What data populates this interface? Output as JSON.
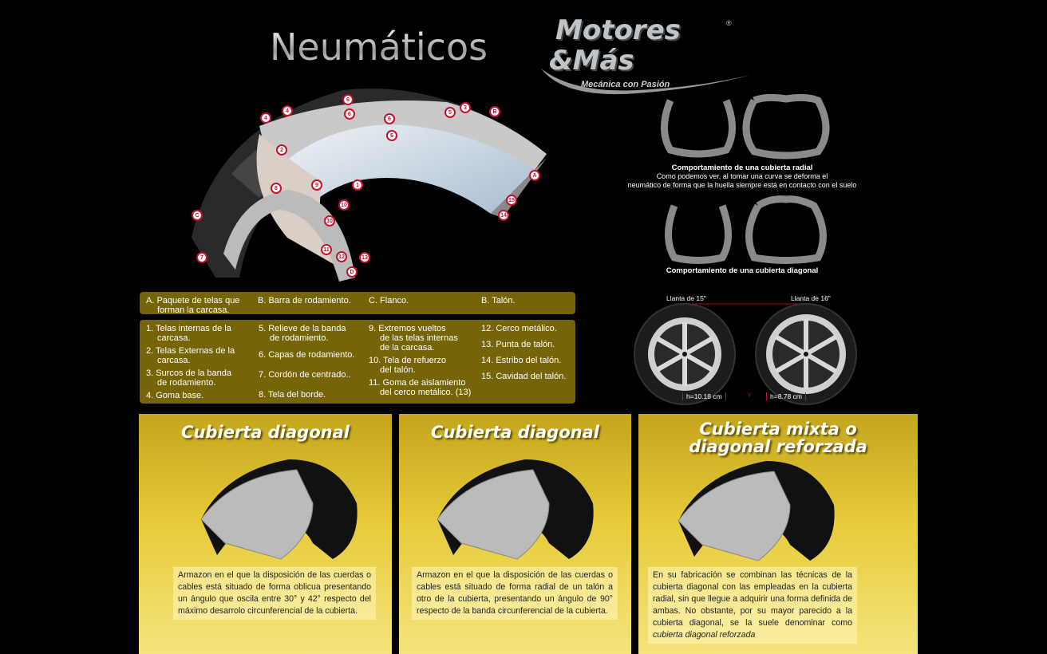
{
  "header": {
    "title": "Neumáticos"
  },
  "logo": {
    "line1": "Motores",
    "line2": "&Más",
    "registered": "®",
    "tagline": "Mecánica con Pasión"
  },
  "diagram": {
    "markers": [
      "6",
      "6",
      "6",
      "6",
      "4",
      "4",
      "5",
      "3",
      "B",
      "2",
      "8",
      "9",
      "1",
      "10",
      "10",
      "C",
      "7",
      "11",
      "12",
      "13",
      "D",
      "A",
      "15",
      "14"
    ]
  },
  "legend_letters": [
    "A. Paquete de telas que\n    forman la carcasa.",
    "B. Barra de rodamiento.",
    "C. Flanco.",
    "B. Talón."
  ],
  "legend_numbers": {
    "col1": [
      "1. Telas internas de la\n    carcasa.",
      "2. Telas Externas de la\n    carcasa.",
      "3. Surcos de la banda\n    de rodamiento.",
      "4. Goma base."
    ],
    "col2": [
      "5. Relieve de la banda\n    de rodamiento.",
      "6. Capas de rodamiento.",
      "7. Cordón de centrado..",
      "8. Tela del borde."
    ],
    "col3": [
      "9. Extremos vueltos\n    de las telas internas\n    de la carcasa.",
      "10. Tela de refuerzo\n     del talón.",
      "11. Goma de aislamiento\n     del cerco metálico. (13)"
    ],
    "col4": [
      "12. Cerco metálico.",
      "13. Punta de talón.",
      "14. Estribo del talón.",
      "15. Cavidad del talón."
    ]
  },
  "radial": {
    "title": "Comportamiento de una cubierta radial",
    "line1": "Como podemos ver, al tomar una curva se deforma el",
    "line2": "neumático de forma que la huella siempre está en contacto con el suelo"
  },
  "diagonal": {
    "title": "Comportamiento de una cubierta diagonal"
  },
  "wheels": {
    "left_label": "Llanta de 15\"",
    "right_label": "Llanta de 16\"",
    "left_h": "h=10.18 cm",
    "right_h": "h=8.78 cm",
    "mid": "v"
  },
  "panels": [
    {
      "title": "Cubierta diagonal",
      "text": "Armazon en el que la disposición de las cuerdas o cables está situado de forma oblicua presentando un ángulo que oscila entre 30° y 42° respecto del máximo desarrolo circunferencial de la cubierta."
    },
    {
      "title": "Cubierta diagonal",
      "text": "Armazon en el que la disposición de las cuerdas o cables está situado de forma radial de un talón a otro de la cubierta, presentando un ángulo de 90° respecto de la banda circunferencial de la cubierta."
    },
    {
      "title": "Cubierta mixta o diagonal reforzada",
      "text": "En su fabricación se combinan las técnicas de la cubierta diagonal con las empleadas en la cubierta radial, sin que llegue a adquirir una forma definida de ambas. No obstante, por su mayor parecido a la cubierta diagonal, se la suele denominar como",
      "text_italic": "cubierta diagonal reforzada"
    }
  ]
}
